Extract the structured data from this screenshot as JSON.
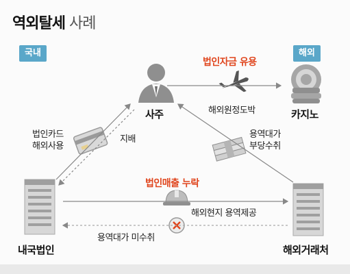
{
  "title": {
    "main": "역외탈세",
    "sub": "사례"
  },
  "tags": {
    "domestic": "국내",
    "overseas": "해외"
  },
  "colors": {
    "domestic_tag": "#5aa7c9",
    "overseas_tag": "#5aa7c9",
    "highlight": "#e0461e",
    "icon_gray": "#9a9a9a"
  },
  "nodes": {
    "owner": "사주",
    "casino": "카지노",
    "company": "내국법인",
    "partner": "해외거래처"
  },
  "flows": {
    "misuse_funds": "법인자금 유용",
    "overseas_gambling": "해외원정도박",
    "card_use": [
      "법인카드",
      "해외사용"
    ],
    "control": "지배",
    "overcharge": [
      "용역대가",
      "부당수취"
    ],
    "omit_sales": "법인매출 누락",
    "service_provide": "해외현지 용역제공",
    "unpaid": "용역대가 미수취"
  }
}
